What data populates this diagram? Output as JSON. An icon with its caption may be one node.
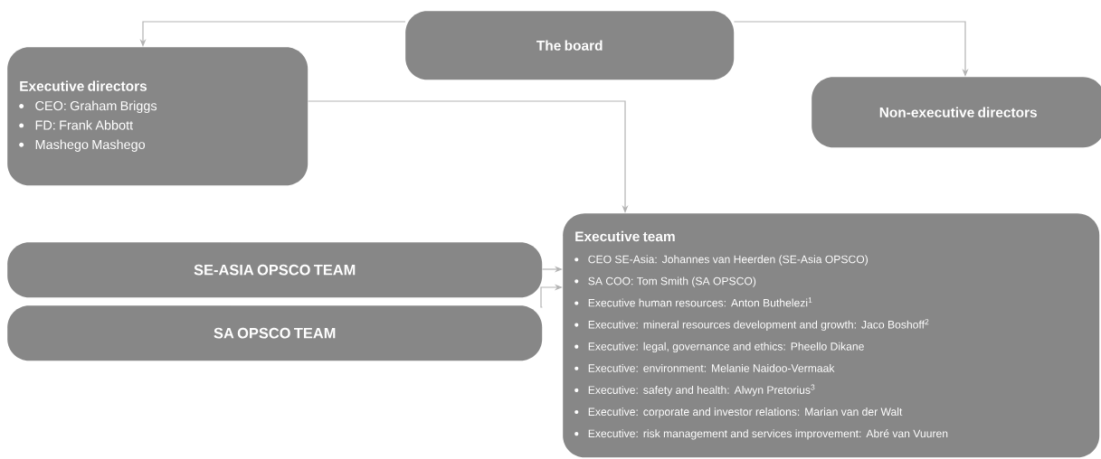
{
  "diagram": {
    "nodes": [
      {
        "text": [
          "The board"
        ]
      },
      {
        "text": [
          "Executive directors",
          "CEO: Graham Briggs",
          "FD: Frank Abbott",
          "Mashego Mashego"
        ]
      },
      {
        "text": [
          "Non-executive directors"
        ]
      },
      {
        "text": [
          "SE-ASIA OPSCO TEAM"
        ]
      },
      {
        "text": [
          "SA OPSCO TEAM"
        ]
      },
      {
        "text": [
          "Executive team",
          "CEO SE-Asia: Johannes van Heerden (SE-Asia OPSCO)",
          "SA COO: Tom Smith (SA OPSCO)",
          "Executive human resources: Anton Buthelezi$^{1}$",
          "Executive: mineral resources development and growth: Jaco Boshoff$^{2}$",
          "Executive: legal, governance and ethics: Pheello Dikane",
          "Executive: environment: Melanie Naidoo-Vermaak",
          "Executive: safety and health: Alwyn Pretorius$^{3}$",
          "Executive: corporate and investor relations: Marian van der Walt",
          "Executive: risk management and services improvement: Abré van Vuuren"
        ]
      }
    ],
    "edges": [
      {
        "from": 0,
        "to": 1,
        "arrow": "to"
      },
      {
        "from": 0,
        "to": 2,
        "arrow": "to"
      },
      {
        "from": 1,
        "to": 5,
        "arrow": "to"
      },
      {
        "from": 3,
        "to": 5,
        "arrow": "to"
      },
      {
        "from": 4,
        "to": 5,
        "arrow": "to"
      }
    ]
  }
}
